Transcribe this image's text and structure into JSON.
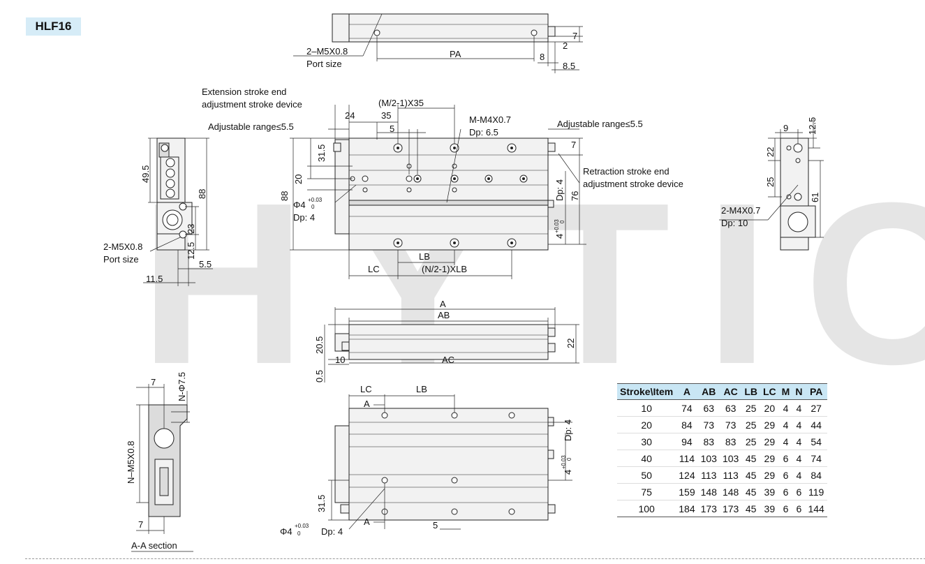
{
  "model": "HLF16",
  "watermark": "HYTIC",
  "top_view": {
    "port_label": "2–M5X0.8",
    "port_sub": "Port size",
    "dim_pa": "PA",
    "dim_7": "7",
    "dim_2": "2",
    "dim_8": "8",
    "dim_8_5": "8.5"
  },
  "front_view": {
    "ext_label_1": "Extension stroke end",
    "ext_label_2": "adjustment stroke device",
    "adj_left": "Adjustable range≤5.5",
    "adj_right": "Adjustable range≤5.5",
    "m_pitch": "(M/2-1)X35",
    "d24": "24",
    "d35": "35",
    "d5": "5",
    "mm4": "M-M4X0.7",
    "mm4_dp": "Dp: 6.5",
    "d7": "7",
    "d31_5": "31.5",
    "d20": "20",
    "d88": "88",
    "phi4": "Φ4",
    "tol_up": "+0.03",
    "tol_dn": "0",
    "phi4_dp": "Dp: 4",
    "retr_1": "Retraction stroke end",
    "retr_2": "adjustment stroke device",
    "d76": "76",
    "dp4_r": "Dp: 4",
    "r4": "4",
    "lc": "LC",
    "lb": "LB",
    "n_pitch": "(N/2-1)XLB"
  },
  "left_view": {
    "d49_5": "49.5",
    "d88": "88",
    "d23": "23",
    "d12_5": "12.5",
    "d5_5": "5.5",
    "d11_5": "11.5",
    "port": "2-M5X0.8",
    "port_sub": "Port size"
  },
  "right_view": {
    "d9": "9",
    "d12_5": "12.5",
    "d22": "22",
    "d25": "25",
    "d61": "61",
    "m4": "2-M4X0.7",
    "m4_dp": "Dp: 10"
  },
  "bottom_view": {
    "a": "A",
    "ab": "AB",
    "ac": "AC",
    "d20_5": "20.5",
    "d10": "10",
    "d22": "22",
    "d0_5": "0.5"
  },
  "section_view": {
    "d7_top": "7",
    "phi7_5": "N-Φ7.5",
    "m5": "N–M5X0.8",
    "d7_bot": "7",
    "title": "A-A section"
  },
  "under_view": {
    "lc": "LC",
    "lb": "LB",
    "a_top": "A",
    "a_bot": "A",
    "d31_5": "31.5",
    "d5": "5",
    "phi4": "Φ4",
    "tol_up": "+0.03",
    "tol_dn": "0",
    "dp4": "Dp: 4",
    "dp4_r": "Dp: 4",
    "r4": "4"
  },
  "spec_table": {
    "headers": [
      "Stroke\\Item",
      "A",
      "AB",
      "AC",
      "LB",
      "LC",
      "M",
      "N",
      "PA"
    ],
    "rows": [
      [
        "10",
        "74",
        "63",
        "63",
        "25",
        "20",
        "4",
        "4",
        "27"
      ],
      [
        "20",
        "84",
        "73",
        "73",
        "25",
        "29",
        "4",
        "4",
        "44"
      ],
      [
        "30",
        "94",
        "83",
        "83",
        "25",
        "29",
        "4",
        "4",
        "54"
      ],
      [
        "40",
        "114",
        "103",
        "103",
        "45",
        "29",
        "6",
        "4",
        "74"
      ],
      [
        "50",
        "124",
        "113",
        "113",
        "45",
        "29",
        "6",
        "4",
        "84"
      ],
      [
        "75",
        "159",
        "148",
        "148",
        "45",
        "39",
        "6",
        "6",
        "119"
      ],
      [
        "100",
        "184",
        "173",
        "173",
        "45",
        "39",
        "6",
        "6",
        "144"
      ]
    ]
  }
}
